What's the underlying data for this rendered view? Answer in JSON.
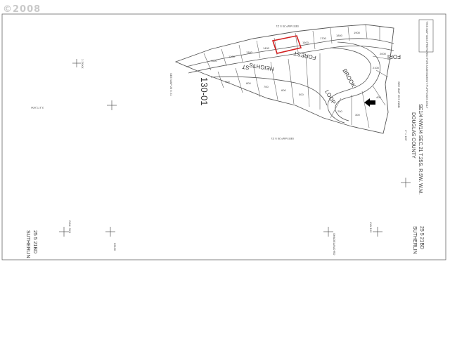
{
  "watermark": "©2008",
  "map_number": "130-01",
  "title_block": {
    "line1": "SE1/4 NW1/4 SEC.21 T.25S. R.5W. W.M.",
    "line2": "DOUGLAS COUNTY",
    "scale": "1\" = 100'"
  },
  "map_ref_right_top": "25 5 21BD",
  "map_ref_right_bottom": "SUTHERLIN",
  "map_ref_left_top": "25 5 21BD",
  "map_ref_left_bottom": "SUTHERLIN",
  "see_map_top": "SEE MAP 25 5 21",
  "see_map_bottom": "SEE MAP 25 5 21",
  "see_map_left": "SEE MAP 25 5 21",
  "see_map_right": "SEE MAP 25 5 21BB",
  "streets": {
    "forest": "FOREST",
    "heights": "HEIGHTS",
    "brook": "BROOK",
    "loop": "LOOP",
    "st": "ST",
    "forest_end": "FORI"
  },
  "notice_box": "THIS MAP WAS PREPARED FOR ASSESSMENT PURPOSES ONLY",
  "margin_notes": {
    "left_coord": "2,177,000",
    "left_label": "1 3XXX",
    "left_side": "CAN. 3XX",
    "bottom_num": "02100",
    "right_street": "SHADELAND RD",
    "right_num": "LXX 102"
  },
  "colors": {
    "line": "#555555",
    "highlight": "#d22020",
    "arrow": "#000000"
  }
}
